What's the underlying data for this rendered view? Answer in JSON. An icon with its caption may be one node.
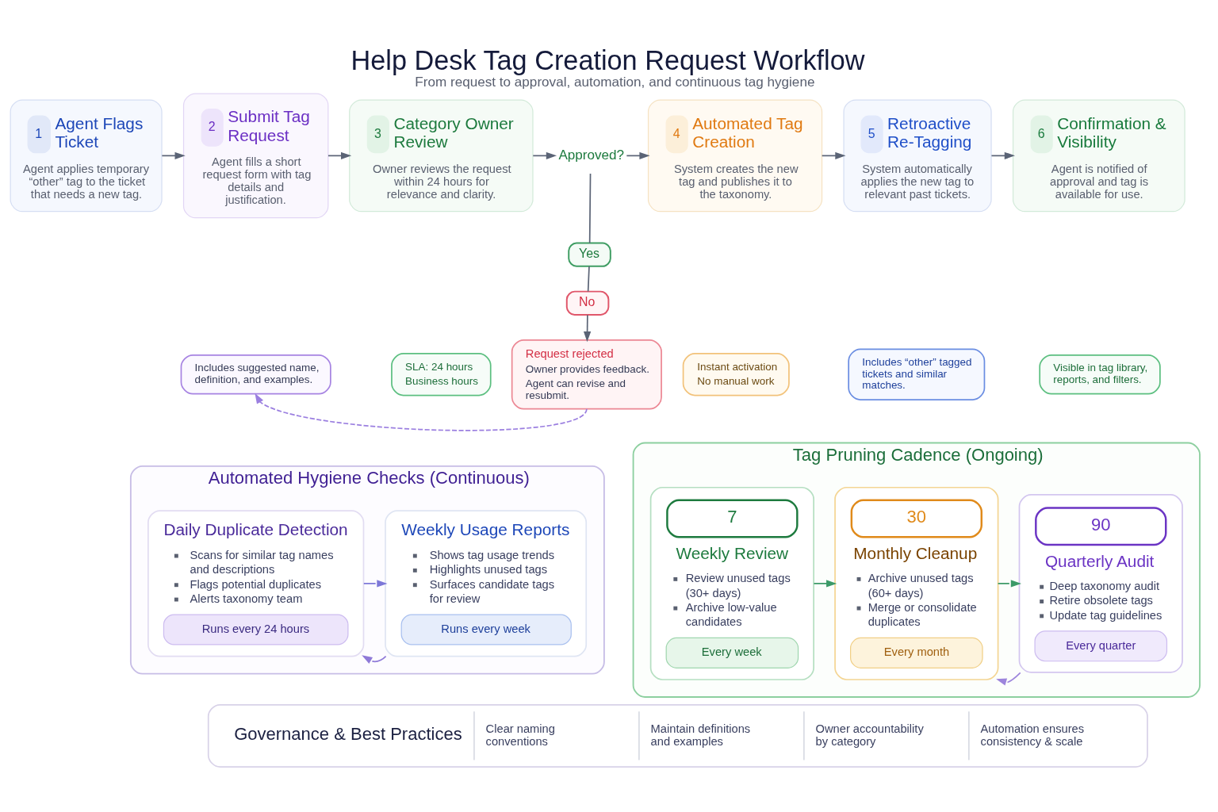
{
  "diagram": {
    "title": "Help Desk Tag Creation Request Workflow",
    "caption": "From request to approval, automation, and continuous tag hygiene",
    "nodes": [
      {
        "text": [
          "1",
          "Agent Flags Ticket",
          "Agent applies temporary “other” tag to the ticket that needs a new tag."
        ]
      },
      {
        "text": [
          "2",
          "Submit Tag Request",
          "Agent fills a short request form with tag details and justification."
        ]
      },
      {
        "text": [
          "3",
          "Category Owner Review",
          "Owner reviews the request within 24 hours for relevance and clarity."
        ]
      },
      {
        "text": [
          "Approved?"
        ]
      },
      {
        "text": [
          "4",
          "Automated Tag Creation",
          "System creates the new tag and publishes it to the taxonomy."
        ]
      },
      {
        "text": [
          "5",
          "Retroactive Re-Tagging",
          "System automatically applies the new tag to relevant past tickets."
        ]
      },
      {
        "text": [
          "6",
          "Confirmation & Visibility",
          "Agent is notified of approval and tag is available for use."
        ]
      },
      {
        "text": [
          "Yes"
        ]
      },
      {
        "text": [
          "No"
        ]
      },
      {
        "text": [
          "Includes suggested name, definition, and examples."
        ]
      },
      {
        "text": [
          "SLA: 24 hours",
          "Business hours"
        ]
      },
      {
        "text": [
          "Request rejected",
          "Owner provides feedback.",
          "Agent can revise and resubmit."
        ]
      },
      {
        "text": [
          "Instant activation",
          "No manual work"
        ]
      },
      {
        "text": [
          "Includes “other” tagged tickets and similar matches."
        ]
      },
      {
        "text": [
          "Visible in tag library, reports, and filters."
        ]
      },
      {
        "text": [
          "Automated Hygiene Checks (Continuous)"
        ]
      },
      {
        "text": [
          "Daily Duplicate Detection",
          "Scans for similar tag names and descriptions",
          "Flags potential duplicates",
          "Alerts taxonomy team",
          "Runs every 24 hours"
        ],
        "in": 15
      },
      {
        "text": [
          "Weekly Usage Reports",
          "Shows tag usage trends",
          "Highlights unused tags",
          "Surfaces candidate tags for review",
          "Runs every week"
        ],
        "in": 15
      },
      {
        "text": [
          "Tag Pruning Cadence (Ongoing)"
        ]
      },
      {
        "text": [
          "7",
          "Weekly Review",
          "Review unused tags (30+ days)",
          "Archive low-value candidates",
          "Every week"
        ],
        "in": 18
      },
      {
        "text": [
          "30",
          "Monthly Cleanup",
          "Archive unused tags (60+ days)",
          "Merge or consolidate duplicates",
          "Every month"
        ],
        "in": 18
      },
      {
        "text": [
          "90",
          "Quarterly Audit",
          "Deep taxonomy audit",
          "Retire obsolete tags",
          "Update tag guidelines",
          "Every quarter"
        ],
        "in": 18
      },
      {
        "text": [
          "Governance & Best Practices",
          "Clear naming conventions",
          "Maintain definitions and examples",
          "Owner accountability by category",
          "Automation ensures consistency & scale"
        ]
      }
    ],
    "edges": [
      {
        "from": 0,
        "to": 1,
        "arrow": "to"
      },
      {
        "from": 1,
        "to": 2,
        "arrow": "to"
      },
      {
        "from": 2,
        "to": 3,
        "arrow": "to"
      },
      {
        "from": 3,
        "to": 4,
        "arrow": "to"
      },
      {
        "from": 4,
        "to": 5,
        "arrow": "to"
      },
      {
        "from": 5,
        "to": 6,
        "arrow": "to"
      },
      {
        "from": 3,
        "to": 7,
        "arrow": "none"
      },
      {
        "from": 7,
        "to": 8,
        "arrow": "none"
      },
      {
        "from": 8,
        "to": 11,
        "arrow": "to"
      },
      {
        "from": 11,
        "to": 9,
        "arrow": "to",
        "style": "dashed",
        "color": "#9b7fe0"
      },
      {
        "from": 16,
        "to": 17,
        "arrow": "to",
        "color": "#7d78d8"
      },
      {
        "from": 17,
        "to": 16,
        "arrow": "to",
        "color": "#8f7ad8"
      },
      {
        "from": 19,
        "to": 20,
        "arrow": "to",
        "color": "#3c9a68"
      },
      {
        "from": 20,
        "to": 21,
        "arrow": "to",
        "color": "#3c9a68"
      },
      {
        "from": 21,
        "to": 20,
        "arrow": "to",
        "color": "#9d85dc"
      }
    ]
  }
}
